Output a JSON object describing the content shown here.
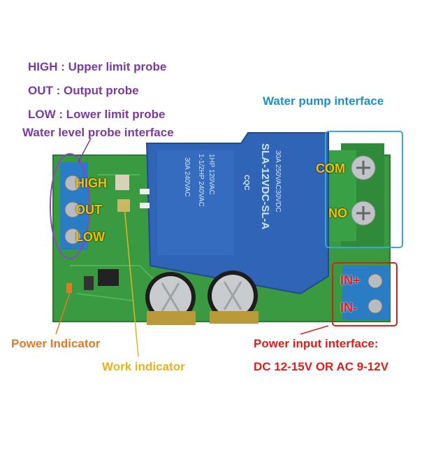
{
  "legend": {
    "high": "HIGH : Upper limit probe",
    "out": "OUT   : Output probe",
    "low": "LOW  : Lower limit probe",
    "probe_interface": "Water level probe interface"
  },
  "pump_interface": "Water pump interface",
  "power_indicator": "Power Indicator",
  "work_indicator": "Work indicator",
  "power_input": {
    "line1": "Power input interface:",
    "line2": "DC 12-15V OR AC 9-12V"
  },
  "pins": {
    "high": "HIGH",
    "out": "OUT",
    "low": "LOW",
    "com": "COM",
    "no": "NO",
    "in1": "IN+",
    "in2": "IN-"
  },
  "relay": {
    "model": "SLA-12VDC-SL-A",
    "rating1": "30A 250VAC30VDC",
    "rating2": "1HP 120VAC",
    "rating3": "1-1/2HP 240VAC",
    "rating4": "30A 240VAC",
    "cert": "CQC"
  },
  "colors": {
    "pcb": "#3a9a42",
    "relay": "#2f64b6",
    "terminal_blue": "#2a7cc4",
    "terminal_green": "#2f8a3a"
  }
}
